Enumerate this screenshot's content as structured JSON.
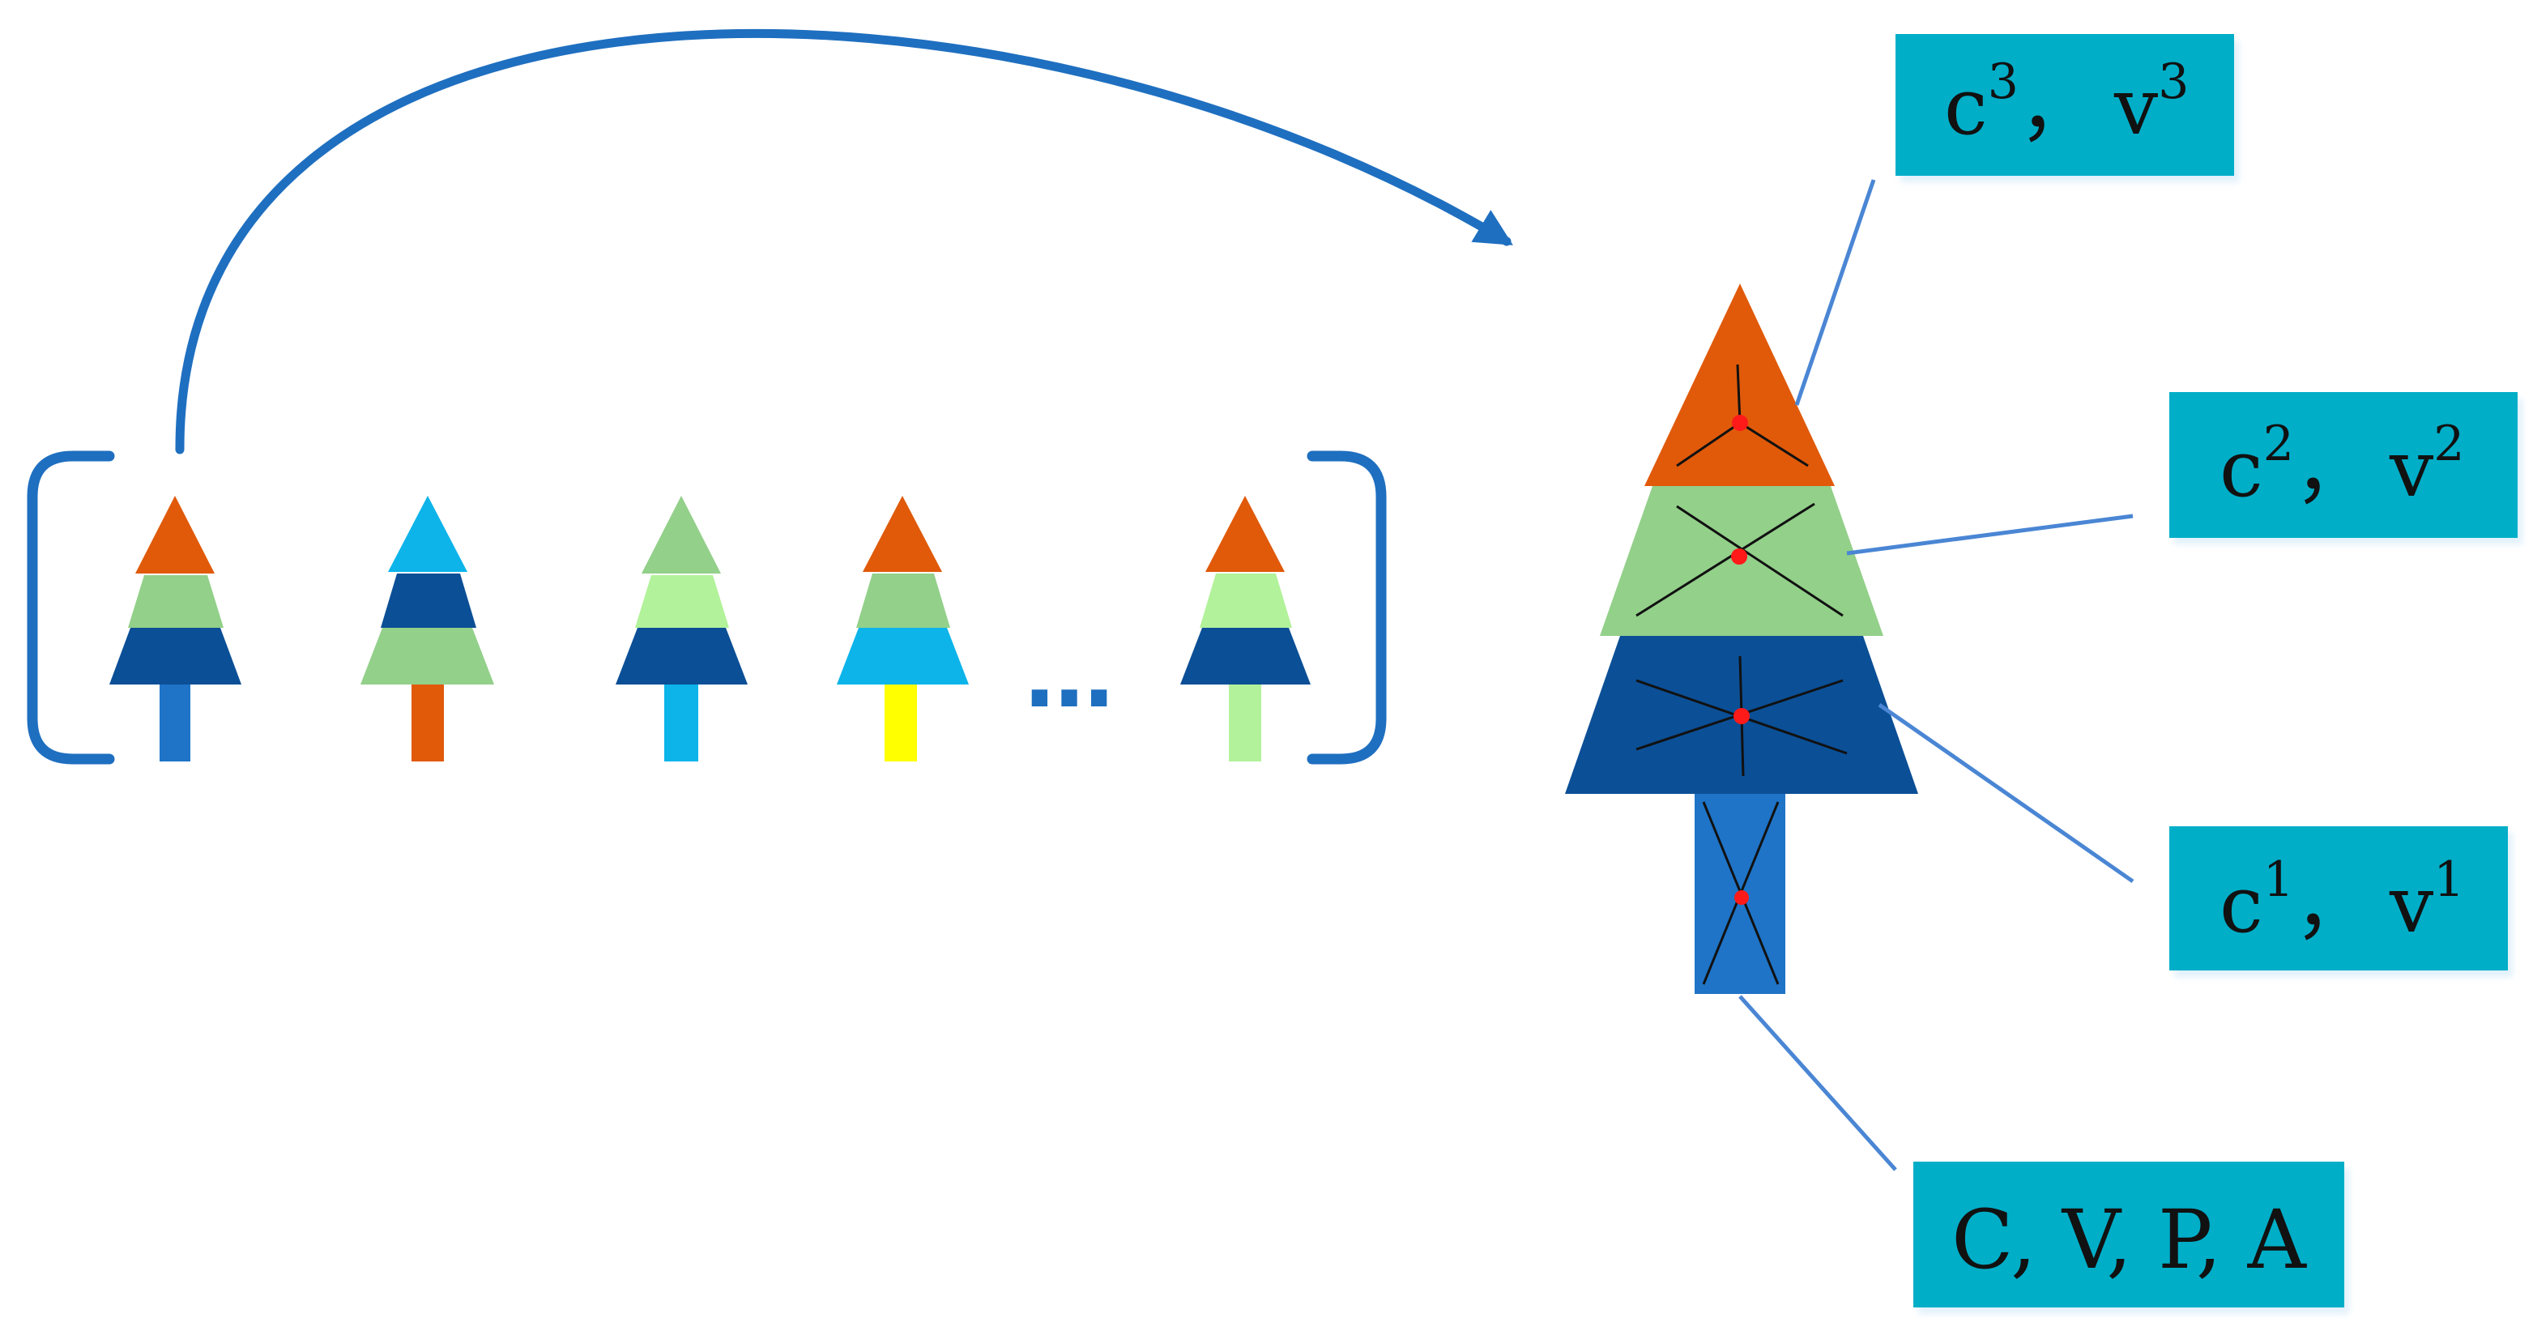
{
  "diagram": {
    "ellipsis": "…",
    "labels": [
      {
        "id": "c3v3",
        "base_c": "c",
        "sup_c": "3",
        "sep": "，",
        "base_v": "v",
        "sup_v": "3"
      },
      {
        "id": "c2v2",
        "base_c": "c",
        "sup_c": "2",
        "sep": "，",
        "base_v": "v",
        "sup_v": "2"
      },
      {
        "id": "c1v1",
        "base_c": "c",
        "sup_c": "1",
        "sep": "，",
        "base_v": "v",
        "sup_v": "1"
      },
      {
        "id": "cvpa",
        "text": "C, V, P, A"
      }
    ],
    "colors": {
      "orange": "#e05a0a",
      "light_green": "#93d08a",
      "pale_green": "#b2f29a",
      "dark_blue": "#0b4f96",
      "medium_blue": "#1f74c7",
      "sky_blue": "#0cb4ea",
      "yellow": "#ffff00",
      "label_box": "#00aec8",
      "connector": "#4a86d4",
      "arrow": "#1f6fc0",
      "center_dot": "#ff1a1a"
    }
  }
}
